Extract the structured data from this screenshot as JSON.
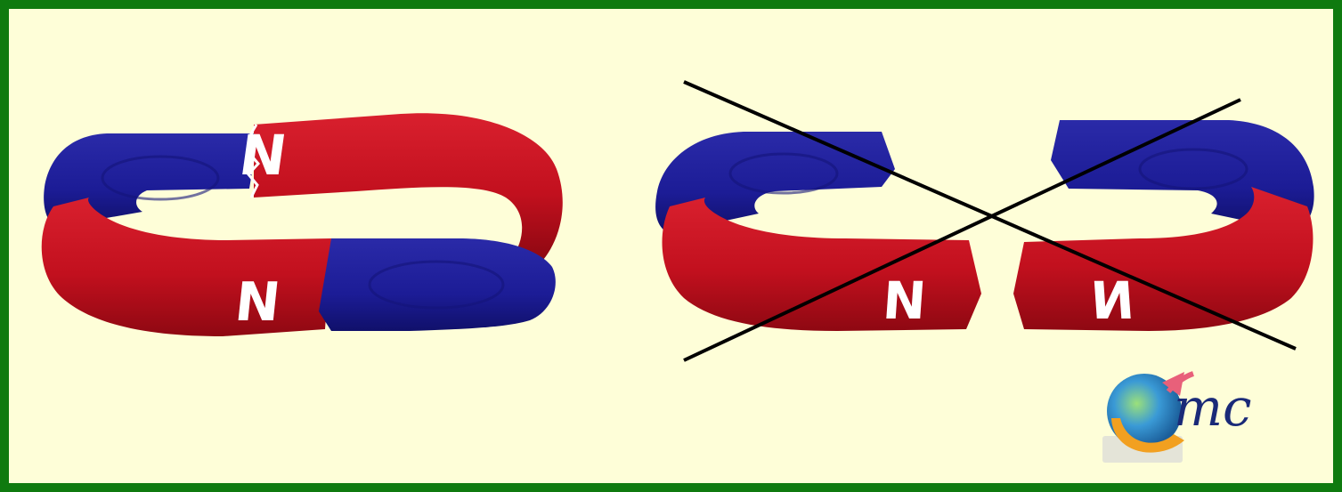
{
  "figure": {
    "background_color": "#fefed8",
    "frame_color": "#0f7a0f",
    "north_color": "#c81020",
    "south_color": "#1c1c98"
  },
  "left_pair": {
    "upper_magnet_pole": "N",
    "lower_magnet_pole": "N"
  },
  "right_pair": {
    "left_magnet_pole": "N",
    "right_magnet_pole": "N",
    "cross_mark_color": "#000000"
  },
  "logo": {
    "letters": "тс",
    "icon": "globe-arrow-logo-icon"
  }
}
